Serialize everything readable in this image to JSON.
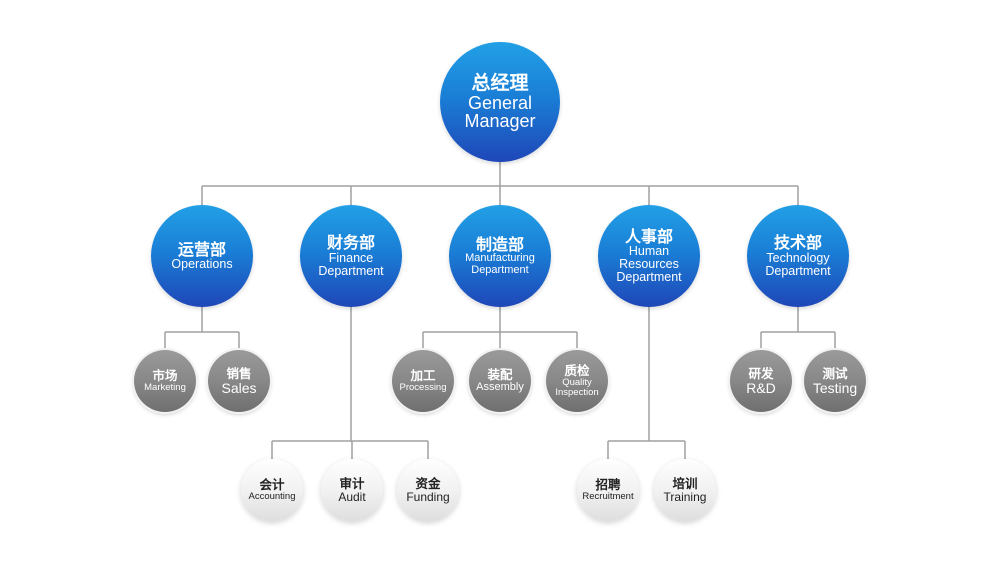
{
  "root": {
    "zh": "总经理",
    "en": [
      "General",
      "Manager"
    ]
  },
  "departments": [
    {
      "id": "ops",
      "zh": "运营部",
      "en": [
        "Operations"
      ],
      "children": [
        {
          "zh": "市场",
          "en": [
            "Marketing"
          ]
        },
        {
          "zh": "销售",
          "en": [
            "Sales"
          ]
        }
      ]
    },
    {
      "id": "fin",
      "zh": "财务部",
      "en": [
        "Finance",
        "Department"
      ],
      "children": [
        {
          "zh": "会计",
          "en": [
            "Accounting"
          ]
        },
        {
          "zh": "审计",
          "en": [
            "Audit"
          ]
        },
        {
          "zh": "资金",
          "en": [
            "Funding"
          ]
        }
      ]
    },
    {
      "id": "mfg",
      "zh": "制造部",
      "en": [
        "Manufacturing",
        "Department"
      ],
      "children": [
        {
          "zh": "加工",
          "en": [
            "Processing"
          ]
        },
        {
          "zh": "装配",
          "en": [
            "Assembly"
          ]
        },
        {
          "zh": "质检",
          "en": [
            "Quality",
            "Inspection"
          ]
        }
      ]
    },
    {
      "id": "hr",
      "zh": "人事部",
      "en": [
        "Human",
        "Resources",
        "Department"
      ],
      "children": [
        {
          "zh": "招聘",
          "en": [
            "Recruitment"
          ]
        },
        {
          "zh": "培训",
          "en": [
            "Training"
          ]
        }
      ]
    },
    {
      "id": "tech",
      "zh": "技术部",
      "en": [
        "Technology",
        "Department"
      ],
      "children": [
        {
          "zh": "研发",
          "en": [
            "R&D"
          ]
        },
        {
          "zh": "测试",
          "en": [
            "Testing"
          ]
        }
      ]
    }
  ],
  "colors": {
    "primary_blue": "#1a7fd6",
    "dark_blue": "#1f47b8",
    "sub_grey": "#888888",
    "connector": "#a0a0a0"
  }
}
